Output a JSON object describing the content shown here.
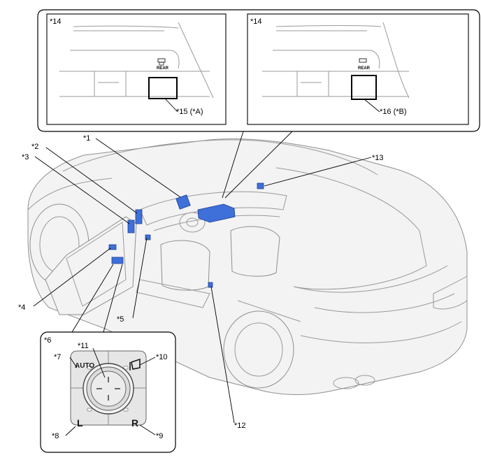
{
  "callouts": {
    "c1": "*1",
    "c2": "*2",
    "c3": "*3",
    "c4": "*4",
    "c5": "*5",
    "c6": "*6",
    "c7": "*7",
    "c8": "*8",
    "c9": "*9",
    "c10": "*10",
    "c11": "*11",
    "c12": "*12",
    "c13": "*13",
    "c14a": "*14",
    "c14b": "*14",
    "c15": "*15 (*A)",
    "c16": "*16 (*B)"
  },
  "switch_labels": {
    "auto": "AUTO",
    "left": "L",
    "right": "R",
    "rear_a": "REAR",
    "rear_b": "REAR"
  },
  "colors": {
    "highlight_part": "#3f6fd8",
    "outline": "#000000",
    "car_line": "#9a9a9a"
  },
  "icons": [
    "mirror-fold-icon",
    "rear-defog-icon"
  ]
}
